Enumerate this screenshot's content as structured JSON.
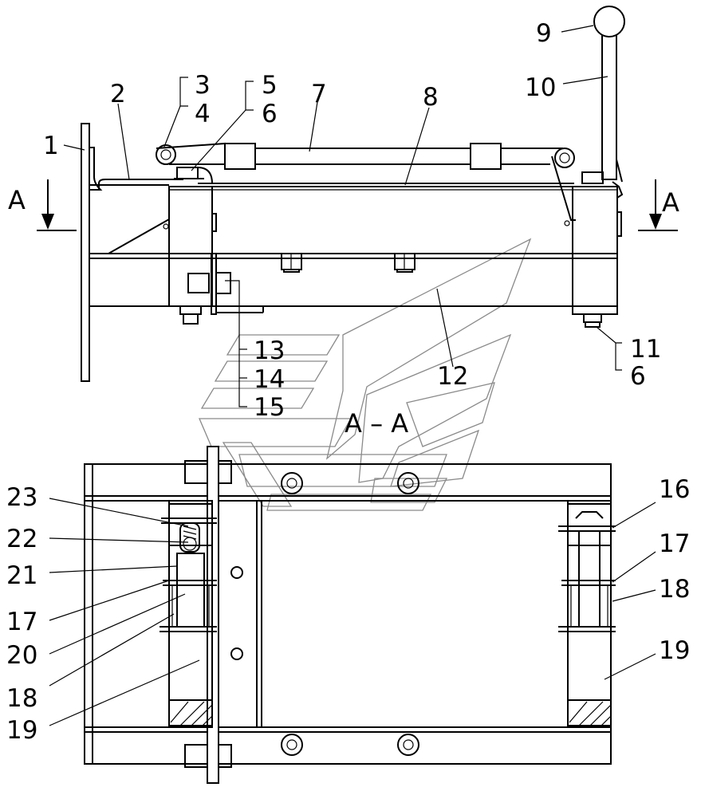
{
  "section": {
    "marker": "A",
    "title": "A – A"
  },
  "callouts": [
    {
      "id": "c1",
      "text": "1"
    },
    {
      "id": "c2",
      "text": "2"
    },
    {
      "id": "c3",
      "text": "3"
    },
    {
      "id": "c4",
      "text": "4"
    },
    {
      "id": "c5",
      "text": "5"
    },
    {
      "id": "c6a",
      "text": "6"
    },
    {
      "id": "c7",
      "text": "7"
    },
    {
      "id": "c8",
      "text": "8"
    },
    {
      "id": "c9",
      "text": "9"
    },
    {
      "id": "c10",
      "text": "10"
    },
    {
      "id": "c11",
      "text": "11"
    },
    {
      "id": "c6b",
      "text": "6"
    },
    {
      "id": "c12",
      "text": "12"
    },
    {
      "id": "c13",
      "text": "13"
    },
    {
      "id": "c14",
      "text": "14"
    },
    {
      "id": "c15",
      "text": "15"
    },
    {
      "id": "c16",
      "text": "16"
    },
    {
      "id": "c17a",
      "text": "17"
    },
    {
      "id": "c18a",
      "text": "18"
    },
    {
      "id": "c19a",
      "text": "19"
    },
    {
      "id": "c23",
      "text": "23"
    },
    {
      "id": "c22",
      "text": "22"
    },
    {
      "id": "c21",
      "text": "21"
    },
    {
      "id": "c17b",
      "text": "17"
    },
    {
      "id": "c20",
      "text": "20"
    },
    {
      "id": "c18b",
      "text": "18"
    },
    {
      "id": "c19b",
      "text": "19"
    }
  ]
}
